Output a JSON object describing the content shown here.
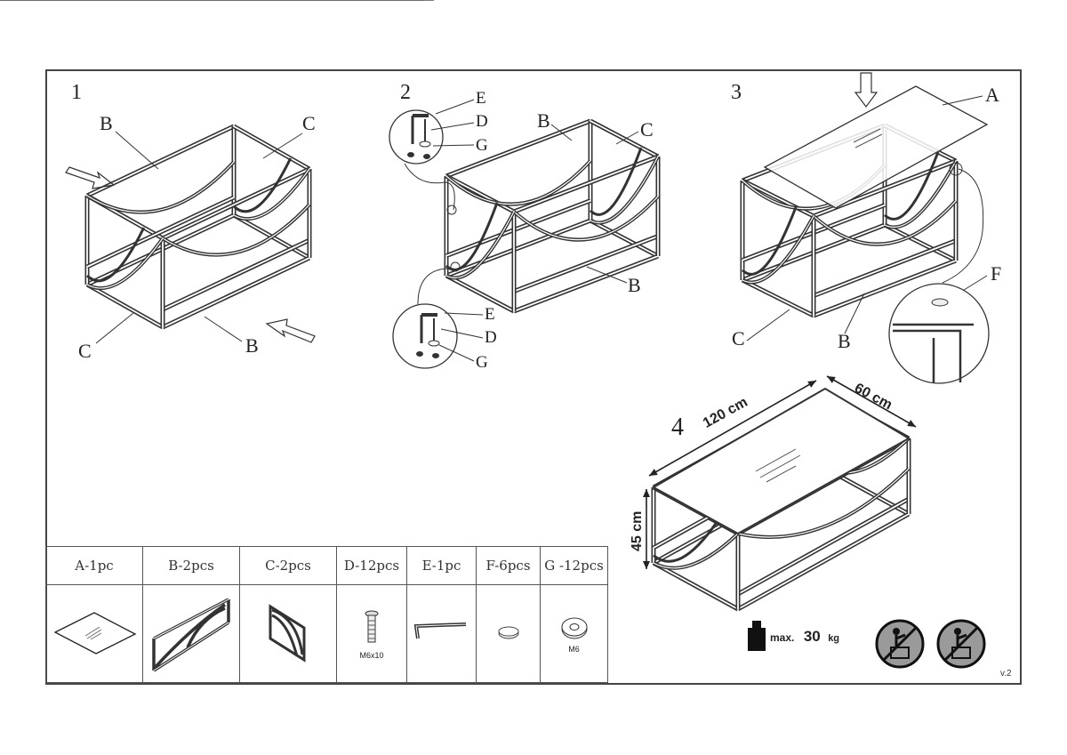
{
  "steps": [
    {
      "number": "1",
      "labels": [
        "B",
        "C",
        "C",
        "B"
      ]
    },
    {
      "number": "2",
      "labels": [
        "E",
        "D",
        "G",
        "B",
        "C",
        "B",
        "E",
        "D",
        "G"
      ]
    },
    {
      "number": "3",
      "labels": [
        "A",
        "F",
        "C",
        "B"
      ]
    },
    {
      "number": "4",
      "dimensions": {
        "length": "120 cm",
        "width": "60 cm",
        "height": "45 cm"
      }
    }
  ],
  "max_load": {
    "prefix": "max.",
    "value": "30",
    "unit": "kg"
  },
  "version": "v.2",
  "parts": [
    {
      "label": "A-1pc",
      "icon": "glass-top-icon"
    },
    {
      "label": "B-2pcs",
      "icon": "long-side-frame-icon"
    },
    {
      "label": "C-2pcs",
      "icon": "short-side-frame-icon"
    },
    {
      "label": "D-12pcs",
      "icon": "bolt-icon",
      "spec": "M6x10"
    },
    {
      "label": "E-1pc",
      "icon": "allen-key-icon"
    },
    {
      "label": "F-6pcs",
      "icon": "pad-icon"
    },
    {
      "label": "G -12pcs",
      "icon": "washer-icon",
      "spec": "M6"
    }
  ],
  "warnings": [
    "no-climbing-icon",
    "no-standing-icon"
  ],
  "colors": {
    "line": "#333333",
    "warning_fill": "#9a9a9a"
  }
}
